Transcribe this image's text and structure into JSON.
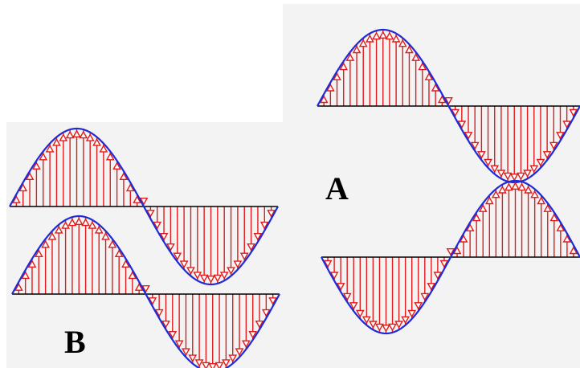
{
  "labels": {
    "a": "A",
    "b": "B"
  },
  "colors": {
    "panel_background": "#f3f3f3",
    "page_background": "#ffffff",
    "axis": "#000000",
    "wave": "#1f2bd6",
    "sample_stem": "#e31a1a",
    "sample_marker": "#e31a1a",
    "label": "#000000"
  },
  "diagram": {
    "panel_a": {
      "label": "A",
      "waves": [
        {
          "name": "upper",
          "phase_deg": 0,
          "samples": 40
        },
        {
          "name": "lower",
          "phase_deg": 180,
          "samples": 40
        }
      ]
    },
    "panel_b": {
      "label": "B",
      "waves": [
        {
          "name": "upper",
          "phase_deg": 0,
          "samples": 40
        },
        {
          "name": "lower",
          "phase_deg": 0,
          "samples": 40
        }
      ]
    },
    "marker_shape": "triangle",
    "wave_shape": "sine",
    "cycles_per_wave": 1
  }
}
